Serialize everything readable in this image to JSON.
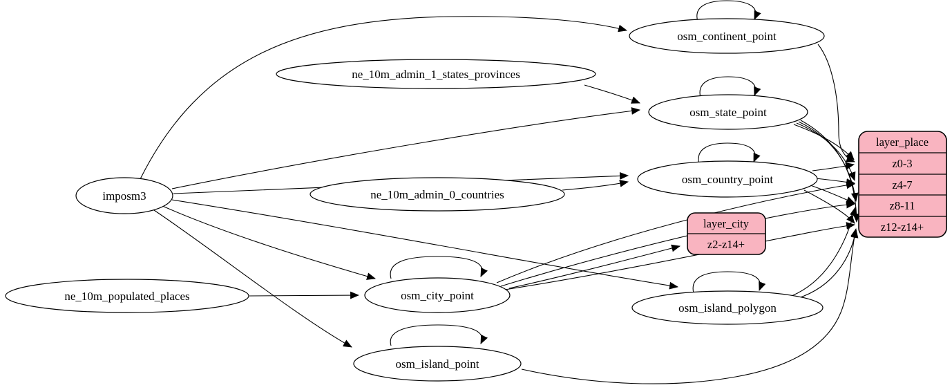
{
  "diagram_type": "etl-graph",
  "colors": {
    "background": "#ffffff",
    "edge_stroke": "#000000",
    "table_fill": "#ffffff",
    "record_fill": "#f9b4c0"
  },
  "nodes": {
    "imposm3": "imposm3",
    "ne_10m_admin_1_states_provinces": "ne_10m_admin_1_states_provinces",
    "ne_10m_admin_0_countries": "ne_10m_admin_0_countries",
    "ne_10m_populated_places": "ne_10m_populated_places",
    "osm_continent_point": "osm_continent_point",
    "osm_state_point": "osm_state_point",
    "osm_country_point": "osm_country_point",
    "osm_city_point": "osm_city_point",
    "osm_island_polygon": "osm_island_polygon",
    "osm_island_point": "osm_island_point"
  },
  "layer_place": {
    "title": "layer_place",
    "rows": [
      "z0-3",
      "z4-7",
      "z8-11",
      "z12-z14+"
    ]
  },
  "layer_city": {
    "title": "layer_city",
    "rows": [
      "z2-z14+"
    ]
  },
  "edges": [
    {
      "from": "imposm3",
      "to": "osm_continent_point"
    },
    {
      "from": "imposm3",
      "to": "osm_state_point"
    },
    {
      "from": "imposm3",
      "to": "osm_country_point"
    },
    {
      "from": "imposm3",
      "to": "osm_city_point"
    },
    {
      "from": "imposm3",
      "to": "osm_island_polygon"
    },
    {
      "from": "imposm3",
      "to": "osm_island_point"
    },
    {
      "from": "ne_10m_admin_1_states_provinces",
      "to": "osm_state_point"
    },
    {
      "from": "ne_10m_admin_0_countries",
      "to": "osm_country_point"
    },
    {
      "from": "ne_10m_populated_places",
      "to": "osm_city_point"
    },
    {
      "from": "osm_continent_point",
      "to": "osm_continent_point"
    },
    {
      "from": "osm_state_point",
      "to": "osm_state_point"
    },
    {
      "from": "osm_country_point",
      "to": "osm_country_point"
    },
    {
      "from": "osm_city_point",
      "to": "osm_city_point"
    },
    {
      "from": "osm_island_polygon",
      "to": "osm_island_polygon"
    },
    {
      "from": "osm_island_point",
      "to": "osm_island_point"
    },
    {
      "from": "osm_continent_point",
      "to": "layer_place:z0-3"
    },
    {
      "from": "osm_state_point",
      "to": "layer_place:z0-3"
    },
    {
      "from": "osm_state_point",
      "to": "layer_place:z4-7"
    },
    {
      "from": "osm_state_point",
      "to": "layer_place:z8-11"
    },
    {
      "from": "osm_state_point",
      "to": "layer_place:z12-z14+"
    },
    {
      "from": "osm_country_point",
      "to": "layer_place:z0-3"
    },
    {
      "from": "osm_country_point",
      "to": "layer_place:z4-7"
    },
    {
      "from": "osm_country_point",
      "to": "layer_place:z8-11"
    },
    {
      "from": "osm_country_point",
      "to": "layer_place:z12-z14+"
    },
    {
      "from": "osm_city_point",
      "to": "layer_city:z2-z14+"
    },
    {
      "from": "osm_city_point",
      "to": "layer_place:z4-7"
    },
    {
      "from": "osm_city_point",
      "to": "layer_place:z8-11"
    },
    {
      "from": "osm_city_point",
      "to": "layer_place:z12-z14+"
    },
    {
      "from": "osm_island_polygon",
      "to": "layer_place:z8-11"
    },
    {
      "from": "osm_island_polygon",
      "to": "layer_place:z12-z14+"
    },
    {
      "from": "osm_island_point",
      "to": "layer_place:z12-z14+"
    }
  ]
}
